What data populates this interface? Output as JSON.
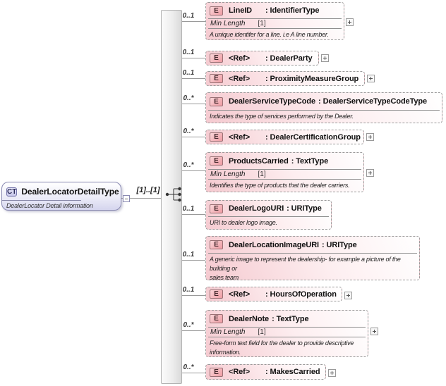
{
  "diagram": {
    "root": {
      "badge": "CT",
      "name": "DealerLocatorDetailType",
      "annotation": "DealerLocator Detail information"
    },
    "occurrence": "[1]..[1]",
    "compositor": "sequence",
    "elements": [
      {
        "badge": "E",
        "name": "LineID",
        "type": ": IdentifierType",
        "cardinality": "0..1",
        "facet_name": "Min Length",
        "facet_value": "[1]",
        "annotation": "A unique identifer for a line. i.e A line number."
      },
      {
        "badge": "E",
        "name": "<Ref>",
        "type": ": DealerParty",
        "cardinality": "0..1"
      },
      {
        "badge": "E",
        "name": "<Ref>",
        "type": ": ProximityMeasureGroup",
        "cardinality": "0..1"
      },
      {
        "badge": "E",
        "name": "DealerServiceTypeCode",
        "type": ": DealerServiceTypeCodeType",
        "cardinality": "0..*",
        "annotation": "Indicates the type of services performed by the Dealer."
      },
      {
        "badge": "E",
        "name": "<Ref>",
        "type": ": DealerCertificationGroup",
        "cardinality": "0..*"
      },
      {
        "badge": "E",
        "name": "ProductsCarried",
        "type": ": TextType",
        "cardinality": "0..*",
        "facet_name": "Min Length",
        "facet_value": "[1]",
        "annotation": "Identifies the type of products that the dealer carriers."
      },
      {
        "badge": "E",
        "name": "DealerLogoURI",
        "type": ": URIType",
        "cardinality": "0..1",
        "annotation": "URI to dealer logo image."
      },
      {
        "badge": "E",
        "name": "DealerLocationImageURI",
        "type": ": URIType",
        "cardinality": "0..1",
        "annotation": "A generic image to represent the dealership- for example a picture of the\nbuilding or\nsales team"
      },
      {
        "badge": "E",
        "name": "<Ref>",
        "type": ": HoursOfOperation",
        "cardinality": "0..1"
      },
      {
        "badge": "E",
        "name": "DealerNote",
        "type": ": TextType",
        "cardinality": "0..*",
        "facet_name": "Min Length",
        "facet_value": "[1]",
        "annotation": "Free-form text field for the dealer to provide descriptive\ninformation."
      },
      {
        "badge": "E",
        "name": "<Ref>",
        "type": ": MakesCarried",
        "cardinality": "0..*"
      }
    ]
  },
  "colors": {
    "element_fill_pink": "#f5cad0",
    "element_badge_pink": "#ee9ba3",
    "root_fill_lavender": "#d5d5ee",
    "border_gray": "#9b9b9b"
  }
}
